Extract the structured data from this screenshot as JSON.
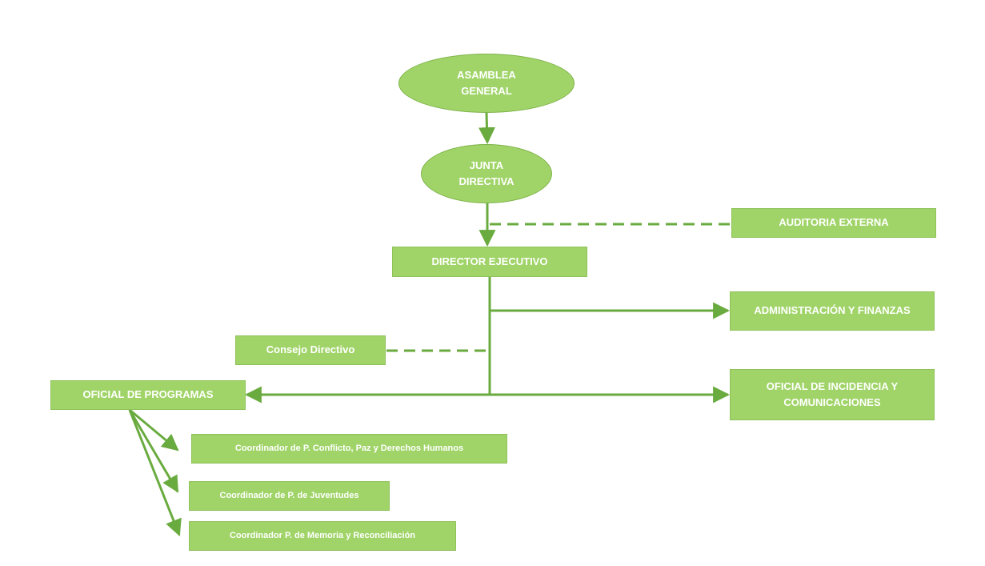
{
  "colors": {
    "fill": "#a0d468",
    "line": "#6aab3f",
    "text": "#ffffff"
  },
  "nodes": {
    "asamblea_general": {
      "line1": "ASAMBLEA",
      "line2": "GENERAL"
    },
    "junta_directiva": {
      "line1": "JUNTA",
      "line2": "DIRECTIVA"
    },
    "auditoria_externa": {
      "label": "AUDITORIA EXTERNA"
    },
    "director_ejecutivo": {
      "label": "DIRECTOR EJECUTIVO"
    },
    "administracion_finanzas": {
      "label": "ADMINISTRACIÓN Y FINANZAS"
    },
    "consejo_directivo": {
      "label": "Consejo Directivo"
    },
    "oficial_programas": {
      "label": "OFICIAL DE PROGRAMAS"
    },
    "oficial_incidencia": {
      "line1": "OFICIAL DE INCIDENCIA Y",
      "line2": "COMUNICACIONES"
    },
    "coord_conflicto": {
      "label": "Coordinador de P. Conflicto, Paz y Derechos Humanos"
    },
    "coord_juventudes": {
      "label": "Coordinador de P. de Juventudes"
    },
    "coord_memoria": {
      "label": "Coordinador P. de Memoria y Reconciliación"
    }
  }
}
